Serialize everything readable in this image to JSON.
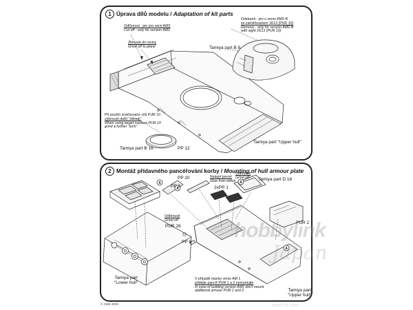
{
  "section1": {
    "number": "1",
    "title_cz": "Úprava dílů modelu / ",
    "title_en": "Adaptation of kit parts",
    "note_cut_cz": "Odříznout - jen pro verzi AM2",
    "note_cut_en": "Cut off - only for version AM2",
    "note_grind_cz": "Zbrousit do roviny",
    "note_grind_en": "Grind off to plane",
    "note_remove_cz1": "Odstranit - jen u verze  AM2-B",
    "note_remove_cz2": "se zaměřovačem 1K13 (PUR 10)",
    "note_remove_en1": "Remove - only for version AM2-B",
    "note_remove_en2": "with sight 1K13 (PUR 10)",
    "part_b8": "Tamiya part B 8",
    "note_arch_cz1": "Při použití značkovače cílů PUR 10",
    "note_arch_cz2": "vybrousit další \"oblouk\"",
    "note_arch_en1": "When using target markers PUR 10",
    "note_arch_en2": "grind a further \"arch\"",
    "part_b16": "Tamiya part B 16",
    "part_pp12": "PP 12",
    "part_upper": "Tamiya part \"Upper hull\""
  },
  "section2": {
    "number": "2",
    "title_cz": "Montáž přídavného pancéřování korby / ",
    "title_en": "Mounting of hull armour plate",
    "pp20": "PP 20",
    "pp2": "PP 2",
    "glue_cz": "Nalepit pevně",
    "glue_en": "Glue from within",
    "grind_cz": "Odbrousit",
    "grind_en": "Grind off",
    "pp1": "2xPP 1",
    "part_d18": "Tamiya part D 18",
    "grind2_cz": "Odbrousit",
    "grind2_en": "Grind off",
    "pur26": "PUR 26",
    "pp8": "PP 8",
    "pur2": "PUR 2",
    "lower_1": "Tamiya part",
    "lower_2": "\"Lower hull\"",
    "am1_cz1": "V případě stavby verze AM 1",
    "am1_cz2": "přidejte pancíř PUR 1 a 2 nemontujte",
    "am1_en1": "In case of building version AM1 don't mount",
    "am1_en2": "additional armour PUR 1 and 2",
    "upper_1": "Tamiya part",
    "upper_2": "\"Upper hull\"",
    "marker": "A"
  },
  "copyright": "© CMK 2003",
  "watermark": {
    "line1": "hobbylink",
    "line2": "Japan",
    "line3": "www.hlj.com"
  }
}
